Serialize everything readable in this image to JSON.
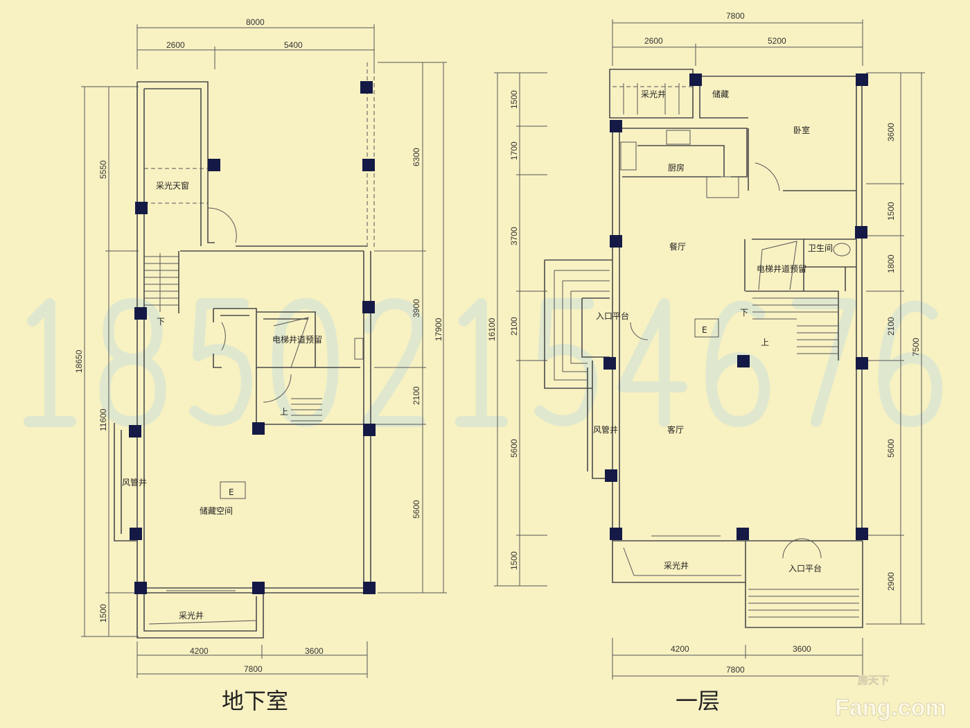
{
  "watermark": "18502154676",
  "logo": {
    "cn": "房天下",
    "en": "Fang.com"
  },
  "basement": {
    "title": "地下室",
    "dims": {
      "top_total": "8000",
      "top_a": "2600",
      "top_b": "5400",
      "left_total": "18650",
      "left_a": "5550",
      "left_b": "11600",
      "left_c": "1500",
      "right_total": "17900",
      "right_a": "6300",
      "right_b": "3900",
      "right_c": "2100",
      "right_d": "5600",
      "bottom_a": "4200",
      "bottom_b": "3600",
      "bottom_total": "7800"
    },
    "rooms": {
      "skylight": "采光天窗",
      "elevator": "电梯井道预留",
      "storage": "储藏空间",
      "duct": "风管井",
      "lightwell": "采光井",
      "down": "下",
      "up": "上",
      "elev_mark": "E"
    }
  },
  "ground": {
    "title": "一层",
    "dims": {
      "top_total": "7800",
      "top_a": "2600",
      "top_b": "5200",
      "left_total": "16100",
      "left_a": "1500",
      "left_b": "1700",
      "left_c": "3700",
      "left_d": "2100",
      "left_e": "5600",
      "left_f": "1500",
      "right_total": "7500",
      "right_a": "3600",
      "right_b": "1500",
      "right_c": "1800",
      "right_d": "2100",
      "right_e": "5600",
      "right_f": "2900",
      "bottom_a": "4200",
      "bottom_b": "3600",
      "bottom_total": "7800"
    },
    "rooms": {
      "lightwell_top": "采光井",
      "storage": "储藏",
      "bedroom": "卧室",
      "kitchen": "厨房",
      "dining": "餐厅",
      "elevator": "电梯井道预留",
      "bathroom": "卫生间",
      "entry_left": "入口平台",
      "living": "客厅",
      "duct": "风管井",
      "lightwell_bottom": "采光井",
      "entry_bottom": "入口平台",
      "down": "下",
      "up": "上",
      "elev_mark": "E"
    }
  }
}
